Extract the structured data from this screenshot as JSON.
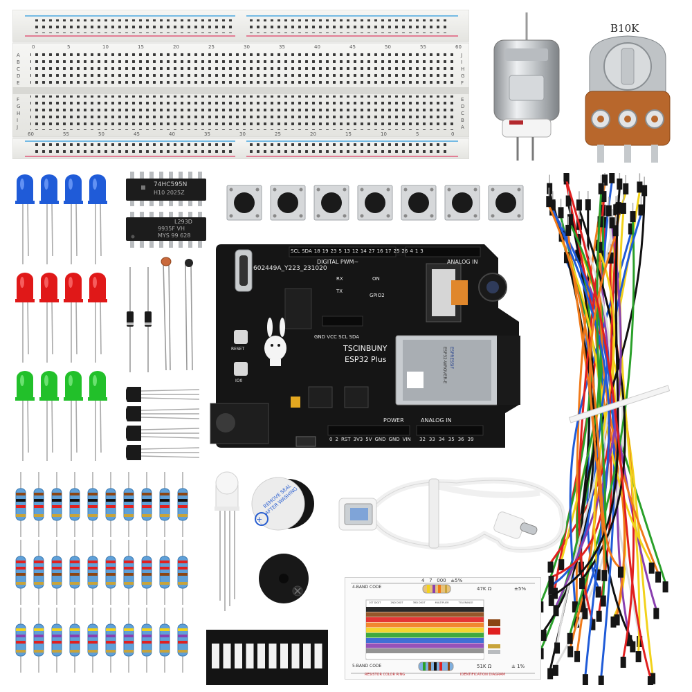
{
  "breadboard": {
    "col_numbers_top": [
      "0",
      "5",
      "10",
      "15",
      "20",
      "25",
      "30",
      "35",
      "40",
      "45",
      "50",
      "55",
      "60"
    ],
    "col_numbers_bottom": [
      "60",
      "55",
      "50",
      "45",
      "40",
      "35",
      "30",
      "25",
      "20",
      "15",
      "10",
      "5",
      "0"
    ],
    "row_letters_left_top": [
      "A",
      "B",
      "C",
      "D",
      "E"
    ],
    "row_letters_left_bottom": [
      "F",
      "G",
      "H",
      "I",
      "J"
    ],
    "row_letters_right_top": [
      "J",
      "I",
      "H",
      "G",
      "F"
    ],
    "row_letters_right_bottom": [
      "E",
      "D",
      "C",
      "B",
      "A"
    ]
  },
  "potentiometer": {
    "label": "B10K"
  },
  "chip_74hc595": {
    "line1": "74HC595N",
    "line2": "H10 2025Z"
  },
  "chip_l293d": {
    "line1": "L293D",
    "line2": "9935F VH",
    "line3": "MYS 99 628"
  },
  "board": {
    "brand": "TSCINBUNY",
    "model": "ESP32 Plus",
    "serial": "602449A_Y223_231020",
    "digital_header": "DIGITAL PWM~",
    "analog_header_top": "ANALOG IN",
    "top_pins": [
      "SCL",
      "SDA",
      "18",
      "19",
      "23",
      "5",
      "13",
      "12",
      "14",
      "27",
      "16",
      "17",
      "25",
      "26",
      "4",
      "1",
      "3"
    ],
    "rx_label": "RX",
    "tx_label": "TX",
    "on_label": "ON",
    "gpio_label": "GPIO2",
    "i2c_header": "GND VCC SCL SDA",
    "reset_label": "RESET",
    "io0_label": "IO0",
    "power_label": "POWER",
    "analog_label": "ANALOG IN",
    "power_pins": [
      "0",
      "2",
      "RST",
      "3V3",
      "5V",
      "GND",
      "GND",
      "VIN"
    ],
    "analog_pins": [
      "32",
      "33",
      "34",
      "35",
      "36",
      "39"
    ],
    "module_brand": "ESPRESSIF",
    "module_model": "ESP32-WROVER-E"
  },
  "buzzer": {
    "sticker_text": "REMOVE SEAL AFTER WASHING"
  },
  "color_card": {
    "band4_title": "4-BAND CODE",
    "band4_digits": "4   7   000   ±5%",
    "band4_result": "47K Ω",
    "band4_tol": "±5%",
    "band5_title": "5-BAND CODE",
    "band5_result": "51K Ω",
    "band5_tol": "± 1%",
    "footer_left": "RESISTOR COLOR RING",
    "footer_right": "IDENTIFICATION DIAGRAM",
    "col_headers": [
      "1ST DIGIT",
      "2ND DIGIT",
      "3RD DIGIT",
      "MULTIPLIER",
      "TOLERANCE"
    ],
    "colors": [
      "#111111",
      "#8b4513",
      "#e02020",
      "#f07a1a",
      "#f2d21b",
      "#2aa02a",
      "#2a5fd0",
      "#8a3fb0",
      "#888888",
      "#ffffff"
    ]
  }
}
